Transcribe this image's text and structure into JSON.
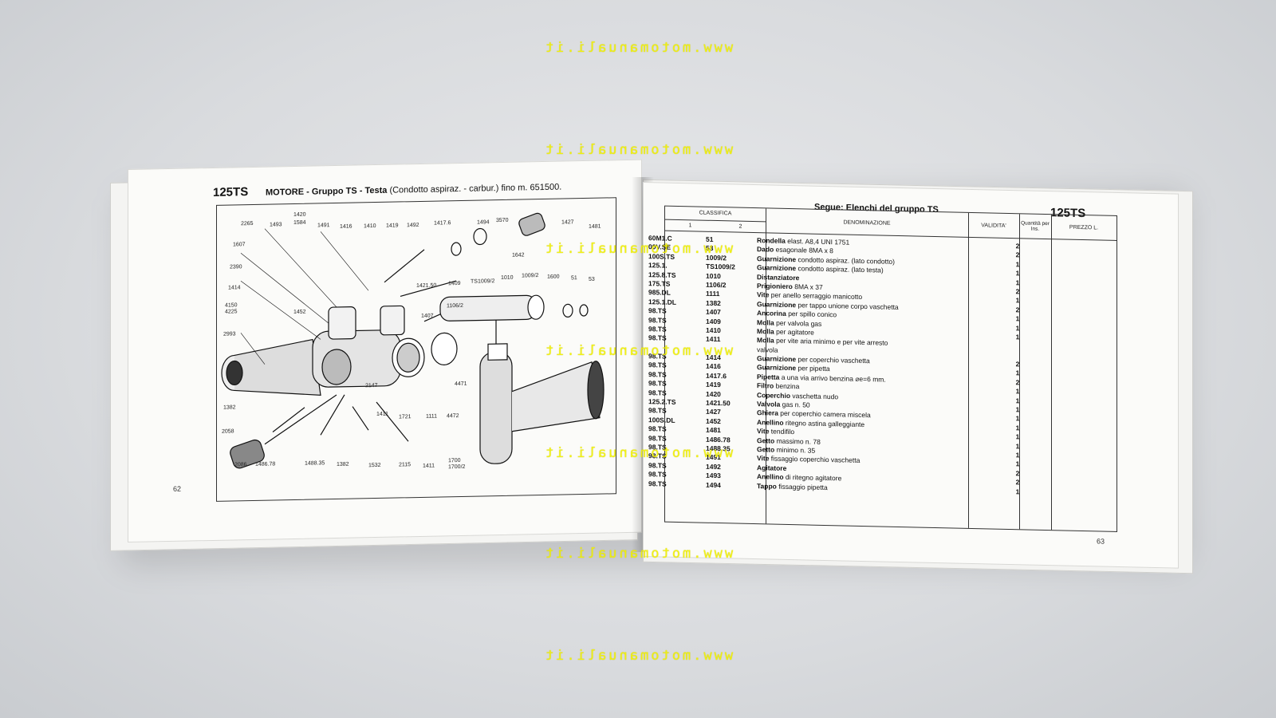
{
  "watermark_text": "www.motomanuali.it",
  "left_page": {
    "model": "125TS",
    "title_bold": "MOTORE - Gruppo TS - Testa",
    "title_rest": "(Condotto aspiraz. - carbur.) fino m. 651500.",
    "page_number": "62",
    "callouts": [
      "1420",
      "2265",
      "1493",
      "1584",
      "1491",
      "1416",
      "1410",
      "1419",
      "1492",
      "1417.6",
      "1494",
      "3570",
      "1427",
      "1481",
      "1607",
      "2390",
      "1414",
      "4150",
      "4225",
      "1452",
      "2993",
      "1642",
      "1421.50",
      "1409",
      "TS1009/2",
      "1010",
      "1009/2",
      "1600",
      "51",
      "53",
      "1106/2",
      "1407",
      "1382",
      "2058",
      "2147",
      "1411",
      "1721",
      "1111",
      "4472",
      "4471",
      "2086",
      "1486.78",
      "1488.35",
      "1382",
      "1532",
      "2115",
      "1411",
      "1700",
      "1700/2"
    ]
  },
  "right_page": {
    "model": "125TS",
    "header": "Segue: Elenchi del gruppo TS",
    "page_number": "63",
    "col_classifica": "CLASSIFICA",
    "col_1": "1",
    "col_2": "2",
    "col_denominazione": "DENOMINAZIONE",
    "col_validita": "VALIDITA'",
    "col_quantita": "Quantità per Ins.",
    "col_prezzo": "PREZZO L.",
    "rows": [
      {
        "c1": "60M1.C",
        "c2": "51",
        "name": "Rondella",
        "desc": " elast. A8,4 UNI 1751",
        "qty": "2"
      },
      {
        "c1": "00V.SE",
        "c2": "53",
        "name": "Dado",
        "desc": " esagonale 8MA x 8",
        "qty": "2"
      },
      {
        "c1": "100S.TS",
        "c2": "1009/2",
        "name": "Guarnizione",
        "desc": " condotto aspiraz. (lato condotto)",
        "qty": "1"
      },
      {
        "c1": "125.1.",
        "c2": "TS1009/2",
        "name": "Guarnizione",
        "desc": " condotto aspiraz. (lato testa)",
        "qty": "1"
      },
      {
        "c1": "125.8.TS",
        "c2": "1010",
        "name": "Distanziatore",
        "desc": "",
        "qty": "1"
      },
      {
        "c1": "175.TS",
        "c2": "1106/2",
        "name": "Prigioniero",
        "desc": " 8MA x 37",
        "qty": "2"
      },
      {
        "c1": "985.DL",
        "c2": "1111",
        "name": "Vite",
        "desc": " per anello serraggio manicotto",
        "qty": "1"
      },
      {
        "c1": "125.1.DL",
        "c2": "1382",
        "name": "Guarnizione",
        "desc": " per tappo unione corpo vaschetta",
        "qty": "2"
      },
      {
        "c1": "98.TS",
        "c2": "1407",
        "name": "Ancorina",
        "desc": " per spillo conico",
        "qty": "1"
      },
      {
        "c1": "98.TS",
        "c2": "1409",
        "name": "Molla",
        "desc": " per valvola gas",
        "qty": "1"
      },
      {
        "c1": "98.TS",
        "c2": "1410",
        "name": "Molla",
        "desc": " per agitatore",
        "qty": "1"
      },
      {
        "c1": "98.TS",
        "c2": "1411",
        "name": "Molla",
        "desc": " per vite aria minimo e per vite arresto",
        "qty": ""
      },
      {
        "c1": "",
        "c2": "",
        "name": "",
        "desc": "       valvola",
        "qty": ""
      },
      {
        "c1": "98.TS",
        "c2": "1414",
        "name": "Guarnizione",
        "desc": " per coperchio vaschetta",
        "qty": "2"
      },
      {
        "c1": "98.TS",
        "c2": "1416",
        "name": "Guarnizione",
        "desc": " per pipetta",
        "qty": "1"
      },
      {
        "c1": "98.TS",
        "c2": "1417.6",
        "name": "Pipetta",
        "desc": " a una via arrivo benzina ⌀e=6 mm.",
        "qty": "2"
      },
      {
        "c1": "98.TS",
        "c2": "1419",
        "name": "Filtro",
        "desc": " benzina",
        "qty": "1"
      },
      {
        "c1": "98.TS",
        "c2": "1420",
        "name": "Coperchio",
        "desc": " vaschetta nudo",
        "qty": "1"
      },
      {
        "c1": "125.2.TS",
        "c2": "1421.50",
        "name": "Valvola",
        "desc": " gas n. 50",
        "qty": "1"
      },
      {
        "c1": "98.TS",
        "c2": "1427",
        "name": "Ghiera",
        "desc": " per coperchio camera miscela",
        "qty": "1"
      },
      {
        "c1": "100S.DL",
        "c2": "1452",
        "name": "Anellino",
        "desc": " ritegno astina galleggiante",
        "qty": "1"
      },
      {
        "c1": "98.TS",
        "c2": "1481",
        "name": "Vite",
        "desc": " tendifilo",
        "qty": "1"
      },
      {
        "c1": "98.TS",
        "c2": "1486.78",
        "name": "Getto",
        "desc": " massimo n. 78",
        "qty": "1"
      },
      {
        "c1": "98.TS",
        "c2": "1488.35",
        "name": "Getto",
        "desc": " minimo n. 35",
        "qty": "1"
      },
      {
        "c1": "98.TS",
        "c2": "1491",
        "name": "Vite",
        "desc": " fissaggio coperchio vaschetta",
        "qty": "1"
      },
      {
        "c1": "98.TS",
        "c2": "1492",
        "name": "Agitatore",
        "desc": "",
        "qty": "2"
      },
      {
        "c1": "98.TS",
        "c2": "1493",
        "name": "Anellino",
        "desc": " di ritegno agitatore",
        "qty": "2"
      },
      {
        "c1": "98.TS",
        "c2": "1494",
        "name": "Tappo",
        "desc": " fissaggio pipetta",
        "qty": "1"
      }
    ]
  }
}
